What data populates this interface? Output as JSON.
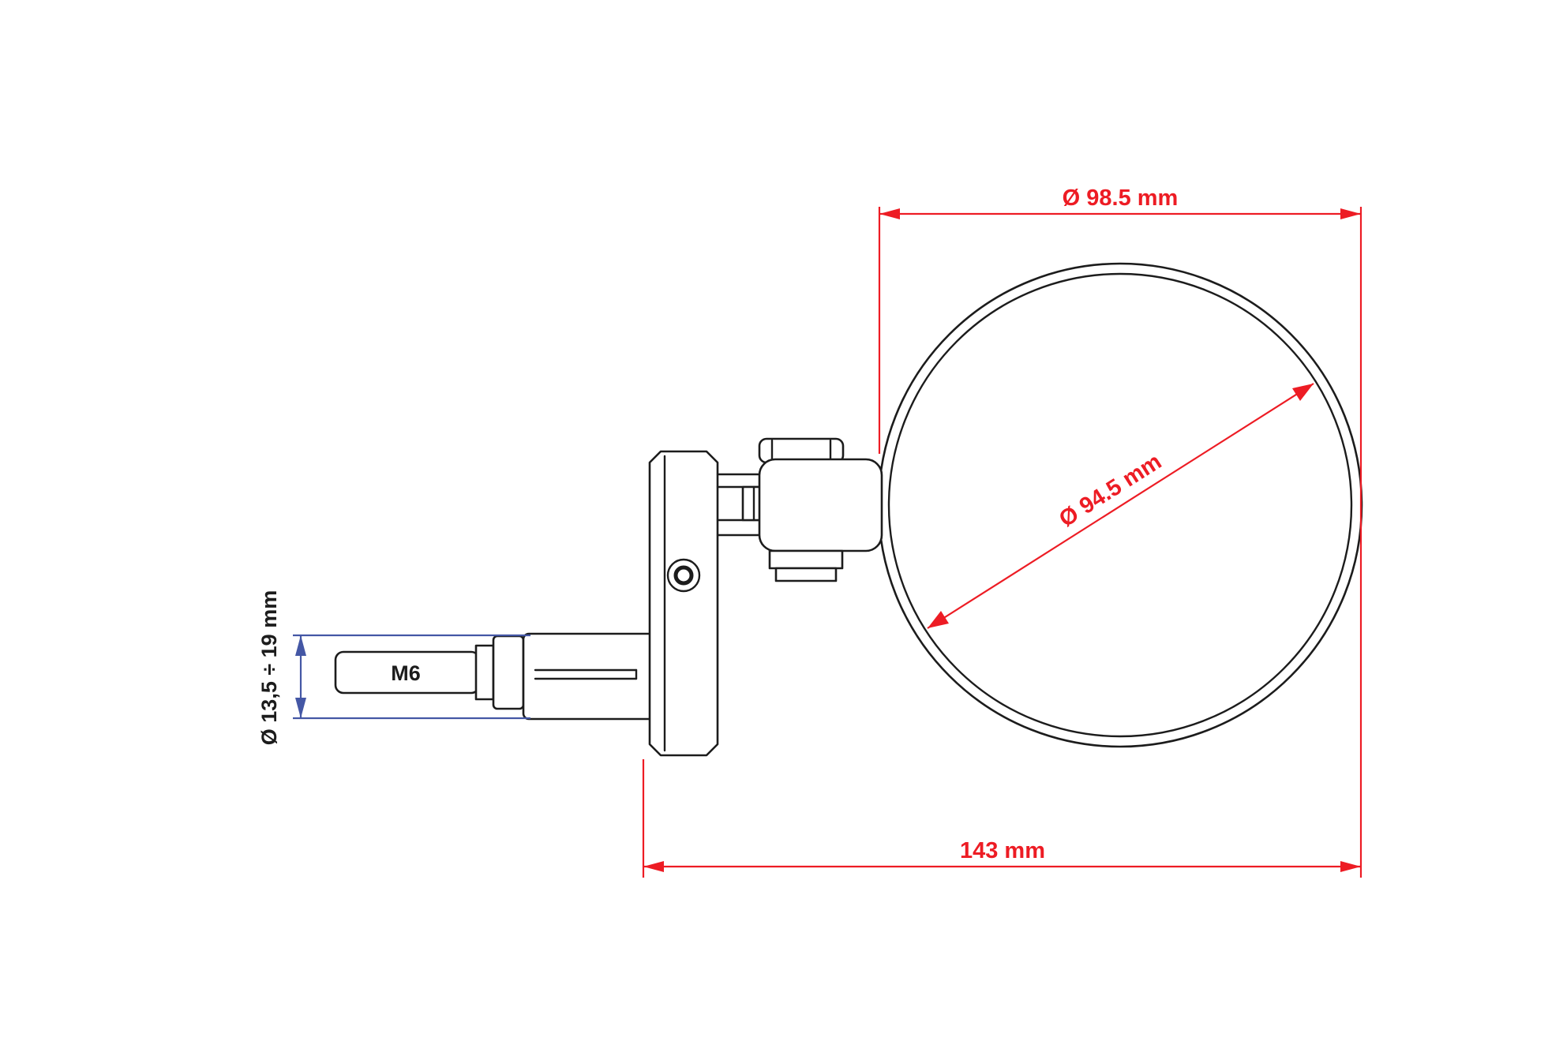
{
  "drawing": {
    "type": "technical-dimension-drawing",
    "subject": "bar-end mirror side view with dimensions"
  },
  "labels": {
    "mirror_outer_diameter": "Ø 98.5 mm",
    "mirror_glass_diameter": "Ø 94.5 mm",
    "overall_length": "143 mm",
    "mount_clamp_range": "Ø 13,5 ÷ 19 mm",
    "bolt_thread": "M6"
  },
  "colors": {
    "dimension_red": "#ed1c24",
    "dimension_blue": "#4457a5",
    "line_black": "#1c1c1c",
    "background": "#ffffff"
  }
}
